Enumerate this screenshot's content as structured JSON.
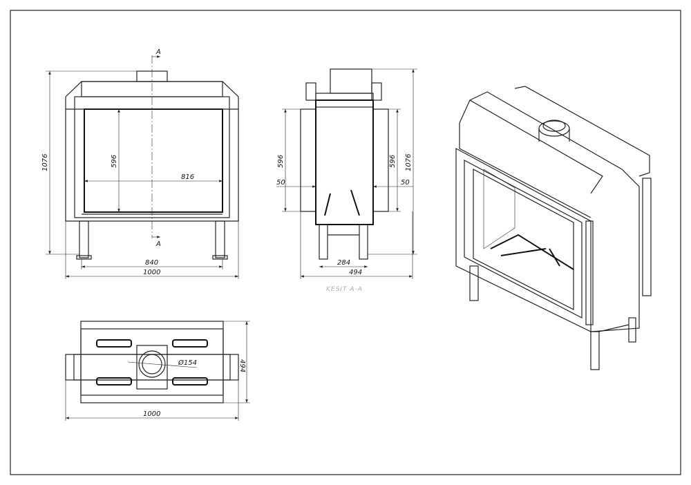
{
  "front_view": {
    "section_mark_top": "A",
    "section_mark_bottom": "A",
    "height_total": "1076",
    "glass_height": "596",
    "glass_width": "816",
    "frame_width": "840",
    "total_width": "1000"
  },
  "side_view": {
    "glass_height_left": "596",
    "glass_height_right": "596",
    "height_total": "1076",
    "offset_left": "50",
    "offset_right": "50",
    "leg_width": "284",
    "depth": "494",
    "caption": "KESIT  A-A"
  },
  "top_view": {
    "flue_diameter": "Ø154",
    "depth": "494",
    "total_width": "1000"
  }
}
